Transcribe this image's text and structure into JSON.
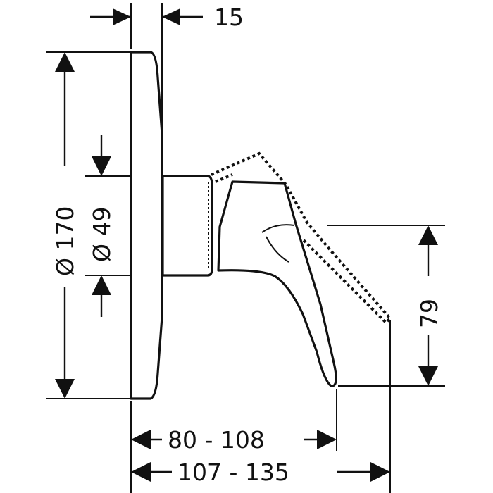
{
  "dimensions": {
    "top_depth": "15",
    "outer_diameter": "Ø 170",
    "inner_diameter": "Ø 49",
    "lever_height": "79",
    "projection_short": "80 - 108",
    "projection_long": "107 - 135"
  },
  "colors": {
    "ink": "#111111",
    "paper": "#ffffff"
  }
}
